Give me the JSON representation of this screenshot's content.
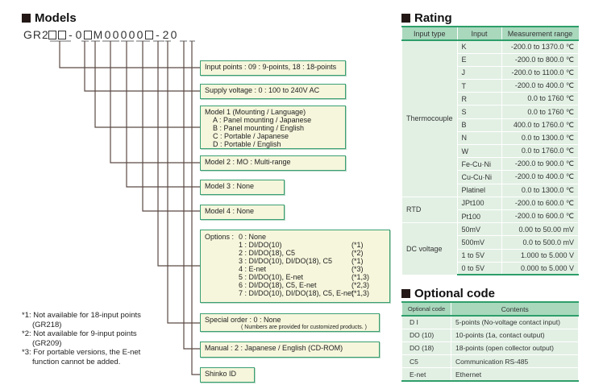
{
  "models": {
    "title": "Models",
    "code": {
      "prefix": "GR2",
      "dash1": "-",
      "zero1": "0",
      "m": "M",
      "z2": "0",
      "z3": "0",
      "z4": "0",
      "z5": "0",
      "z6": "0",
      "dash2": "-",
      "two": "2",
      "z7": "0"
    },
    "boxes": {
      "input_points": "Input points : 09 : 9-points, 18 : 18-points",
      "supply": "Supply voltage :  0 : 100 to 240V AC",
      "model1": {
        "title": "Model 1 (Mounting / Language)",
        "items": [
          "A : Panel mounting / Japanese",
          "B : Panel mounting / English",
          "C : Portable / Japanese",
          "D : Portable / English"
        ]
      },
      "model2": "Model 2 : MO : Multi-range",
      "model3": "Model 3 : None",
      "model4": "Model 4 : None",
      "options": {
        "label": "Options :",
        "items": [
          {
            "code": "0 : None",
            "desc": "",
            "note": ""
          },
          {
            "code": "1 :",
            "desc": "DI/DO(10)",
            "note": "(*1)"
          },
          {
            "code": "2 :",
            "desc": "DI/DO(18),  C5",
            "note": "(*2)"
          },
          {
            "code": "3 :",
            "desc": "DI/DO(10),  DI/DO(18),  C5",
            "note": "(*1)"
          },
          {
            "code": "4 :",
            "desc": "E-net",
            "note": "(*3)"
          },
          {
            "code": "5 :",
            "desc": "DI/DO(10),  E-net",
            "note": "(*1,3)"
          },
          {
            "code": "6 :",
            "desc": "DI/DO(18),  C5,  E-net",
            "note": "(*2,3)"
          },
          {
            "code": "7 :",
            "desc": "DI/DO(10),  DI/DO(18),  C5,  E-net",
            "note": "(*1,3)"
          }
        ]
      },
      "special": {
        "text": "Special order :  0 : None",
        "note": "( Numbers are provided for customized products. )"
      },
      "manual": "Manual :  2 : Japanese / English (CD-ROM)",
      "shinko": "Shinko ID"
    },
    "notes": [
      {
        "l1": "*1: Not available for 18-input points",
        "l2": "(GR218)"
      },
      {
        "l1": "*2: Not available for 9-input points",
        "l2": "(GR209)"
      },
      {
        "l1": "*3: For portable versions, the E-net",
        "l2": "function cannot be added."
      }
    ]
  },
  "rating": {
    "title": "Rating",
    "headers": [
      "Input type",
      "Input",
      "Measurement range"
    ],
    "groups": [
      {
        "type": "Thermocouple",
        "rows": [
          [
            "K",
            "-200.0 to 1370.0 ℃"
          ],
          [
            "E",
            "-200.0 to 800.0 ℃"
          ],
          [
            "J",
            "-200.0 to 1100.0 ℃"
          ],
          [
            "T",
            "-200.0 to 400.0 ℃"
          ],
          [
            "R",
            "0.0 to 1760 ℃"
          ],
          [
            "S",
            "0.0 to 1760 ℃"
          ],
          [
            "B",
            "400.0 to 1760.0 ℃"
          ],
          [
            "N",
            "0.0 to 1300.0 ℃"
          ],
          [
            "W",
            "0.0 to 1760.0 ℃"
          ],
          [
            "Fe-Cu·Ni",
            "-200.0 to 900.0 ℃"
          ],
          [
            "Cu-Cu·Ni",
            "-200.0 to 400.0 ℃"
          ],
          [
            "Platinel",
            "0.0 to 1300.0 ℃"
          ]
        ]
      },
      {
        "type": "RTD",
        "rows": [
          [
            "JPt100",
            "-200.0 to 600.0 ℃"
          ],
          [
            "Pt100",
            "-200.0 to 600.0 ℃"
          ]
        ]
      },
      {
        "type": "DC voltage",
        "rows": [
          [
            "50mV",
            "0.00 to 50.00 mV"
          ],
          [
            "500mV",
            "0.0 to 500.0 mV"
          ],
          [
            "1 to 5V",
            "1.000 to 5.000 V"
          ],
          [
            "0 to 5V",
            "0.000 to 5.000 V"
          ]
        ]
      }
    ]
  },
  "optional": {
    "title": "Optional code",
    "headers": [
      "Optional code",
      "Contents"
    ],
    "rows": [
      [
        "D I",
        "5-points (No-voltage contact input)"
      ],
      [
        "DO (10)",
        "10-points (1a, contact output)"
      ],
      [
        "DO (18)",
        "18-points (open collector output)"
      ],
      [
        "C5",
        "Communication RS-485"
      ],
      [
        "E-net",
        "Ethernet"
      ]
    ]
  }
}
